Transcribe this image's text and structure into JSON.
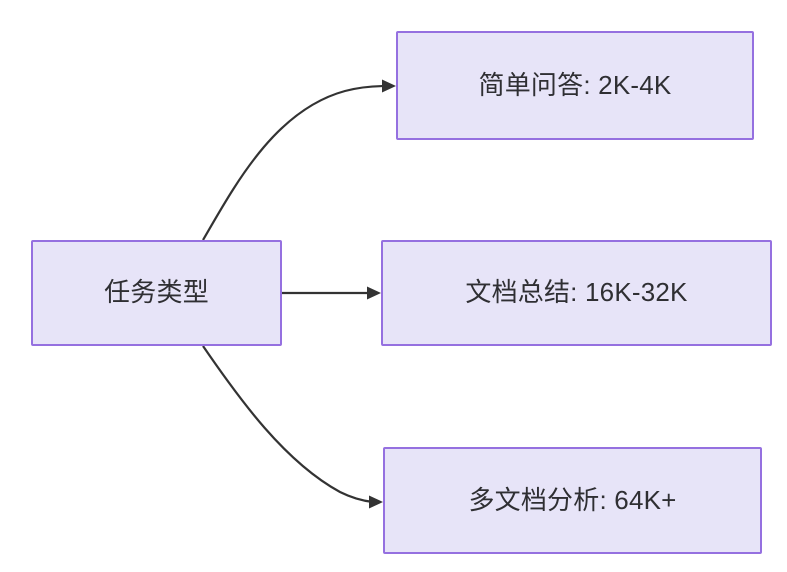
{
  "diagram": {
    "type": "flowchart",
    "direction": "left-to-right",
    "background_color": "#ffffff",
    "node_fill_color": "#e7e4f8",
    "node_border_color": "#9570e0",
    "node_text_color": "#2f2f33",
    "edge_color": "#333333",
    "root": {
      "id": "root",
      "label": "任务类型"
    },
    "branches": [
      {
        "id": "simple-qa",
        "label": "简单问答: 2K-4K",
        "task": "简单问答",
        "context_length": "2K-4K",
        "edge_style": "curved-up"
      },
      {
        "id": "doc-summary",
        "label": "文档总结: 16K-32K",
        "task": "文档总结",
        "context_length": "16K-32K",
        "edge_style": "straight"
      },
      {
        "id": "multi-doc",
        "label": "多文档分析: 64K+",
        "task": "多文档分析",
        "context_length": "64K+",
        "edge_style": "curved-down"
      }
    ]
  }
}
